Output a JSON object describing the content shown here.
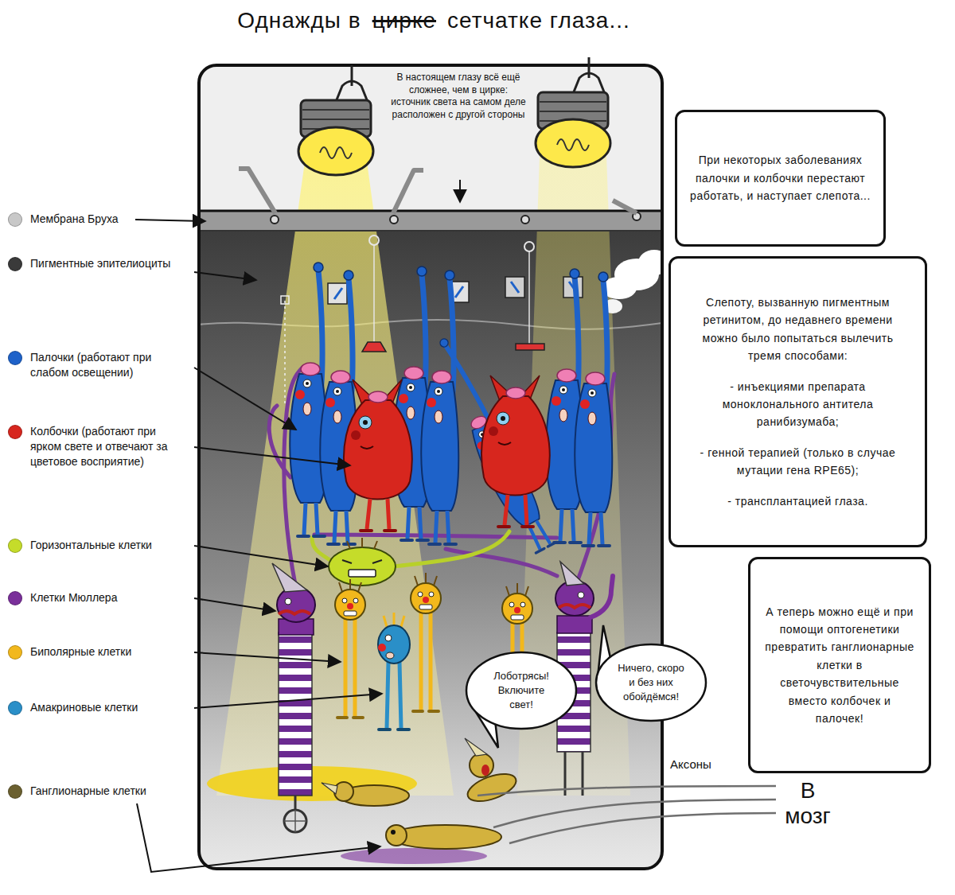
{
  "diagram": {
    "title": "Однажды в",
    "nodes": [
      {
        "text": [
          "При некоторых заболеваниях палочки и колбочки перестают работать, и наступает слепота..."
        ]
      },
      {
        "text": [
          "Слепоту, вызванную пигментным ретинитом, до недавнего времени можно было попытаться вылечить тремя способами:",
          "- инъекциями препарата моноклонального антитела ранибизумаба;",
          "- генной терапией (только в случае мутации гена RPE65);",
          "- трансплантацией глаза."
        ]
      },
      {
        "text": [
          "А теперь можно ещё и при помощи оптогенетики превратить ганглионарные клетки в светочувствительные вместо колбочек и палочек!"
        ]
      },
      {
        "text": [
          "Лоботрясы! Включите свет!"
        ]
      },
      {
        "text": [
          "Ничего, скоро и без них обойдёмся!"
        ]
      }
    ],
    "labels": [
      "цирке",
      "сетчатке глаза...",
      "В настоящем глазу всё ещё сложнее, чем в цирке: источник света на самом деле расположен с другой стороны",
      "Аксоны",
      "В мозг"
    ],
    "legend": [
      {
        "text": "Мембрана Бруха",
        "color": "#c8c8c8"
      },
      {
        "text": "Пигментные эпителиоциты",
        "color": "#3a3a3a"
      },
      {
        "text": "Палочки (работают при слабом освещении)",
        "color": "#1e62c9"
      },
      {
        "text": "Колбочки (работают при ярком свете и отвечают за цветовое восприятие)",
        "color": "#d7261e"
      },
      {
        "text": "Горизонтальные клетки",
        "color": "#c5dc2a"
      },
      {
        "text": "Клетки Мюллера",
        "color": "#7a2f9a"
      },
      {
        "text": "Биполярные клетки",
        "color": "#f2b81c"
      },
      {
        "text": "Амакриновые клетки",
        "color": "#2a8fc8"
      },
      {
        "text": "Ганглионарные клетки",
        "color": "#6b6030"
      }
    ]
  }
}
